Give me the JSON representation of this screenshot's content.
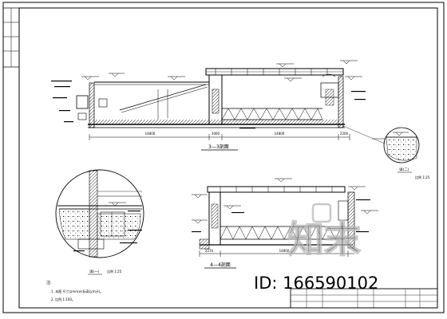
{
  "sections": {
    "section_33": {
      "label": "3—3剖面"
    },
    "section_44": {
      "label": "4—4剖面"
    }
  },
  "details": {
    "detail_1": {
      "label": "详(一)",
      "scale": "比例 1:25"
    },
    "detail_2": {
      "label": "详(二)",
      "scale": "比例 1:25"
    }
  },
  "dimensions": {
    "s33_left": "14800",
    "s33_mid": "3000",
    "s33_right": "14800",
    "s33_end": "2200",
    "s44_left": "2270",
    "s44_mid": "14800"
  },
  "notes": {
    "heading": "注:",
    "line1": "1. 本图 尺寸以mm计(标高以m计)。",
    "line2": "2. 比例 1:100。"
  },
  "watermark": {
    "logo_text": "知末",
    "id_text": "ID: 166590102"
  },
  "colors": {
    "line": "#000000",
    "background": "#ffffff",
    "watermark": "#b0b0b0"
  }
}
